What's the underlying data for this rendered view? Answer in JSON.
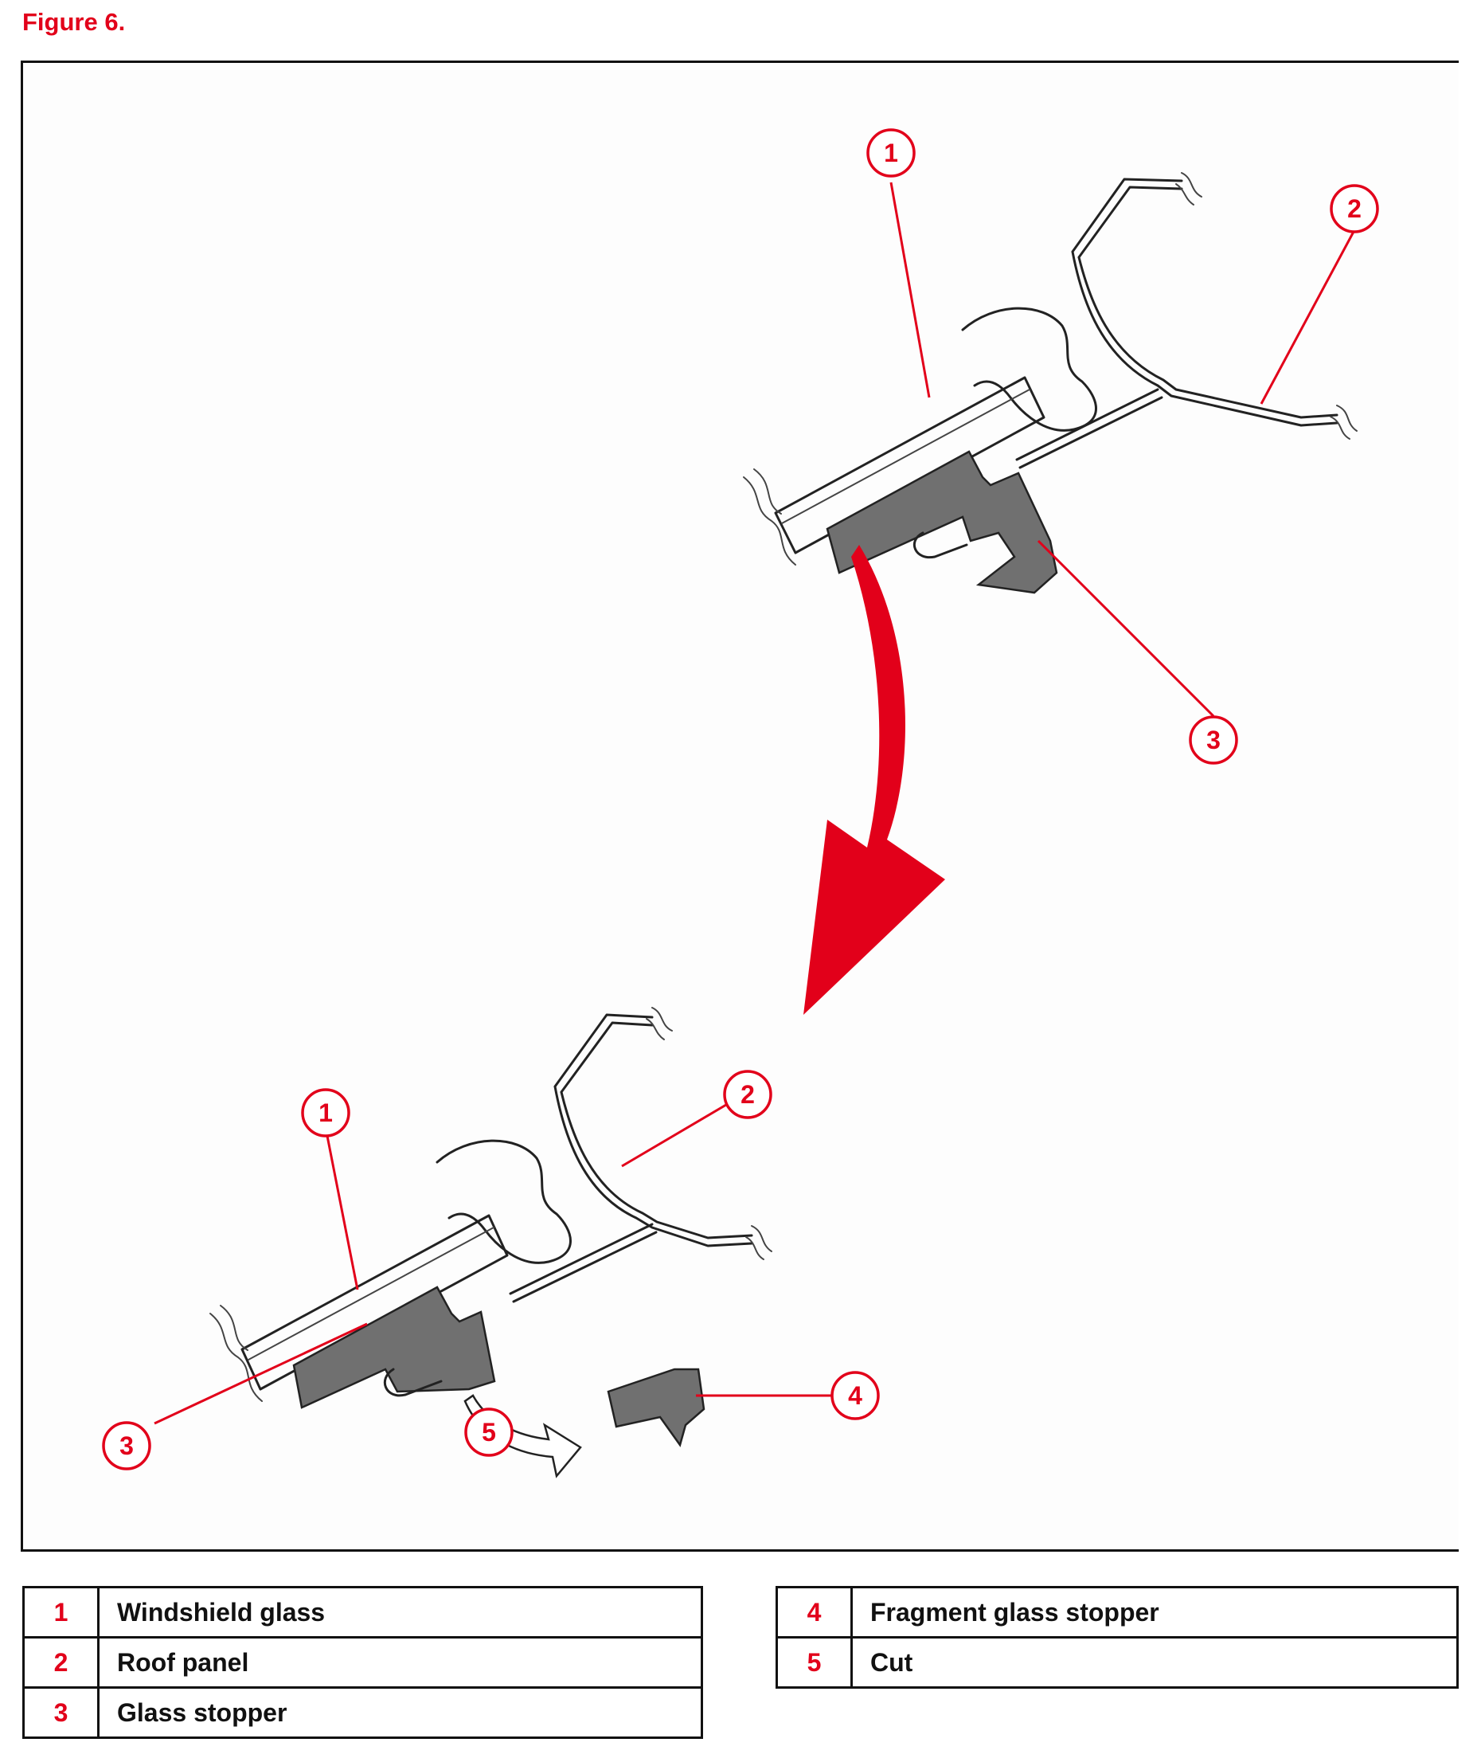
{
  "figure_title": "Figure 6.",
  "callouts": {
    "top_1": "1",
    "top_2": "2",
    "top_3": "3",
    "bottom_1": "1",
    "bottom_2": "2",
    "bottom_3": "3",
    "bottom_4": "4",
    "bottom_5": "5"
  },
  "legend_left": [
    {
      "number": "1",
      "label": "Windshield glass"
    },
    {
      "number": "2",
      "label": "Roof panel"
    },
    {
      "number": "3",
      "label": "Glass stopper"
    }
  ],
  "legend_right": [
    {
      "number": "4",
      "label": "Fragment glass stopper"
    },
    {
      "number": "5",
      "label": "Cut"
    }
  ],
  "colors": {
    "callout_red": "#e2001a",
    "stopper_gray": "#707070",
    "glass_fill": "#ffffff",
    "line": "#222222"
  }
}
